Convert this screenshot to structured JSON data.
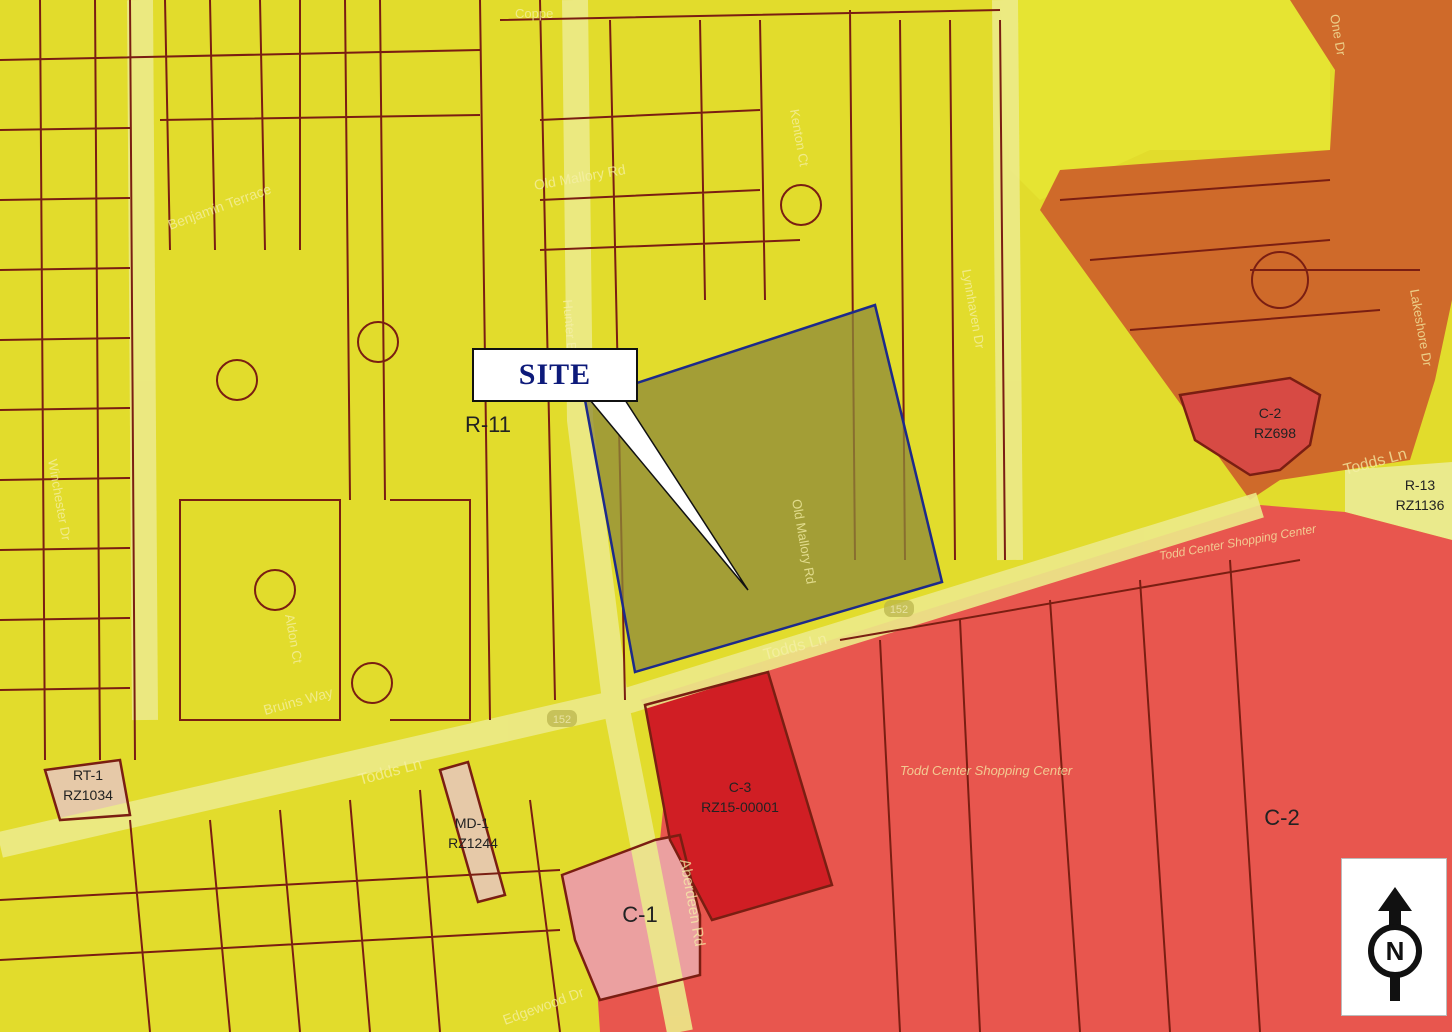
{
  "site_callout": {
    "label": "SITE"
  },
  "zones": [
    {
      "code": "R-11",
      "case": ""
    },
    {
      "code": "C-2",
      "case": "RZ698"
    },
    {
      "code": "R-13",
      "case": "RZ1136"
    },
    {
      "code": "C-3",
      "case": "RZ15-00001"
    },
    {
      "code": "C-2",
      "case": ""
    },
    {
      "code": "C-1",
      "case": ""
    },
    {
      "code": "MD-1",
      "case": "RZ1244"
    },
    {
      "code": "RT-1",
      "case": "RZ1034"
    }
  ],
  "streets": [
    {
      "name": "Old Mallory Rd"
    },
    {
      "name": "Benjamin Terrace"
    },
    {
      "name": "Bruins Way"
    },
    {
      "name": "Todds Ln"
    },
    {
      "name": "Todds Ln"
    },
    {
      "name": "Todds Ln"
    },
    {
      "name": "Aberdeen Rd"
    },
    {
      "name": "Edgewood Dr"
    },
    {
      "name": "Winchester Dr"
    },
    {
      "name": "Aldon Ct"
    },
    {
      "name": "Old Mallory Rd"
    },
    {
      "name": "Lakeshore Dr"
    },
    {
      "name": "Lynnhaven Dr"
    },
    {
      "name": "Kenton Ct"
    },
    {
      "name": "Hunter Blvd"
    },
    {
      "name": "Coppe"
    },
    {
      "name": "One Dr"
    },
    {
      "name": "Todd Center Shopping Center"
    },
    {
      "name": "Todd Center Shopping Center"
    }
  ],
  "route_badges": [
    "152",
    "152"
  ],
  "north_arrow": {
    "letter": "N",
    "icon": "north-arrow-icon"
  },
  "colors": {
    "residential": "#e2dc2c",
    "commercial_c2": "#e8564e",
    "commercial_c3": "#d01e24",
    "commercial_c1": "#eba0a0",
    "lakeshore_orange": "#cf6a2a",
    "r13": "#eaea8c",
    "md1": "#e6c9a8",
    "parcel_lines": "#7a1e12",
    "site_fill": "#8e8a3a",
    "site_outline": "#1d2a8a"
  }
}
